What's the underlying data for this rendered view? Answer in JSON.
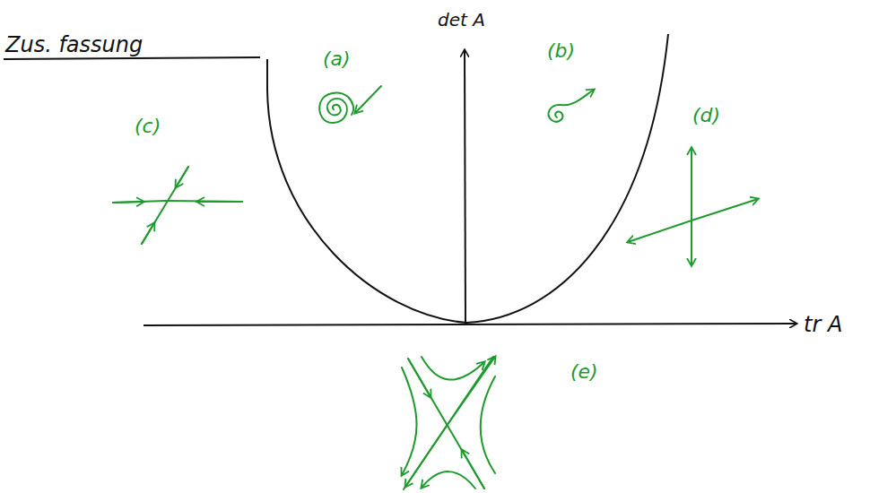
{
  "diagram": {
    "title": "Zus. fassung",
    "labels": [
      "det A",
      "(a)",
      "(b)",
      "(c)",
      "(d)",
      "tr A",
      "(e)"
    ]
  }
}
